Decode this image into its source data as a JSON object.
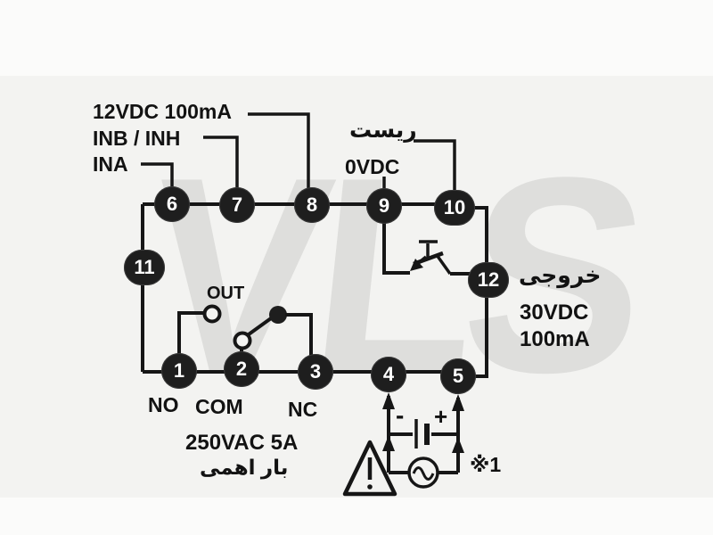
{
  "watermark": "VLS",
  "terminals": [
    {
      "label": "1"
    },
    {
      "label": "2"
    },
    {
      "label": "3"
    },
    {
      "label": "4"
    },
    {
      "label": "5"
    },
    {
      "label": "6"
    },
    {
      "label": "7"
    },
    {
      "label": "8"
    },
    {
      "label": "9"
    },
    {
      "label": "10"
    },
    {
      "label": "11"
    },
    {
      "label": "12"
    }
  ],
  "labels": {
    "supply": "12VDC 100mA",
    "inb_inh": "INB / INH",
    "ina": "INA",
    "reset_fa": "ریست",
    "zero_vdc": "0VDC",
    "out": "OUT",
    "no": "NO",
    "com": "COM",
    "nc": "NC",
    "contact_rating": "250VAC 5A",
    "resistive_load_fa": "بار اهمی",
    "output_fa": "خروجی",
    "output_voltage": "30VDC",
    "output_current": "100mA",
    "battery_minus": "-",
    "battery_plus": "+",
    "warning_mark": "!",
    "note_ref": "※1"
  },
  "colors": {
    "wire": "#161616",
    "terminal_bg": "#1e1e1e",
    "terminal_text": "#ffffff",
    "watermark": "#dededc",
    "background": "#f3f3f1"
  }
}
